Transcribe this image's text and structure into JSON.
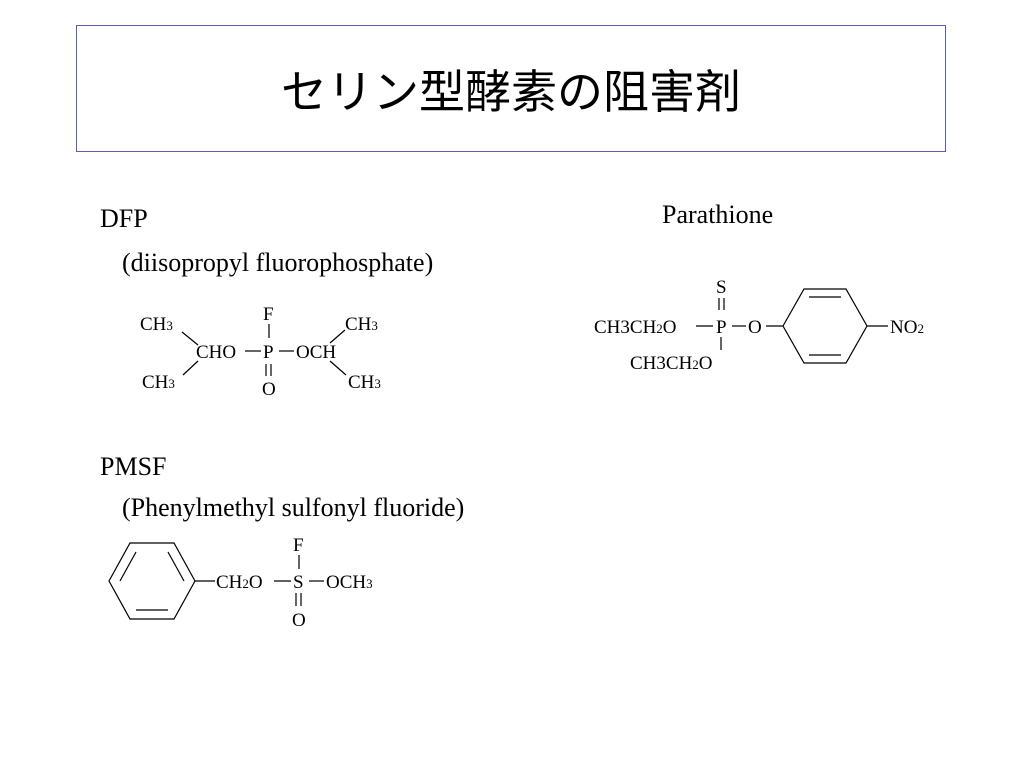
{
  "slide": {
    "title": "セリン型酵素の阻害剤"
  },
  "compounds": {
    "dfp": {
      "name": "DFP",
      "full_name": "(diisopropyl fluorophosphate)",
      "atoms": {
        "ch3_tl": "CH",
        "ch3_tl_sub": "3",
        "ch3_bl": "CH",
        "ch3_bl_sub": "3",
        "cho": "CHO",
        "f": "F",
        "p": "P",
        "o": "O",
        "och": "OCH",
        "ch3_tr": "CH",
        "ch3_tr_sub": "3",
        "ch3_br": "CH",
        "ch3_br_sub": "3"
      }
    },
    "parathione": {
      "name": "Parathione",
      "atoms": {
        "s": "S",
        "left_group": "CH3CH",
        "left_group_sub": "2",
        "left_o": "O",
        "p": "P",
        "right_o": "O",
        "bottom_group": "CH3CH",
        "bottom_group_sub": "2",
        "bottom_o": "O",
        "no2": "NO",
        "no2_sub": "2"
      }
    },
    "pmsf": {
      "name": "PMSF",
      "full_name": "(Phenylmethyl sulfonyl fluoride)",
      "atoms": {
        "ch2o": "CH",
        "ch2o_sub": "2",
        "ch2o_o": "O",
        "f": "F",
        "s": "S",
        "o": "O",
        "och3": "OCH",
        "och3_sub": "3"
      }
    }
  }
}
